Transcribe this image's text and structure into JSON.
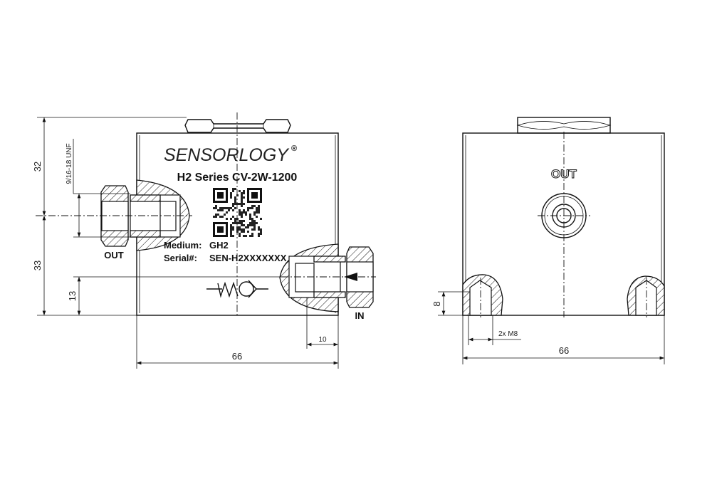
{
  "front_view": {
    "brand": "SENSORLOGY",
    "brand_mark": "®",
    "model": "H2 Series CV-2W-1200",
    "medium_label": "Medium:",
    "medium_value": "GH2",
    "serial_label": "Serial#:",
    "serial_value": "SEN-H2XXXXXXX",
    "port_out": "OUT",
    "port_in": "IN",
    "dims": {
      "upper_height": "32",
      "lower_height": "33",
      "inlet_height": "13",
      "thread": "9/16-18 UNF",
      "inlet_depth": "10",
      "width": "66"
    }
  },
  "side_view": {
    "port_label": "OUT",
    "dims": {
      "hole_depth": "8",
      "holes": "2x M8",
      "width": "66"
    }
  }
}
